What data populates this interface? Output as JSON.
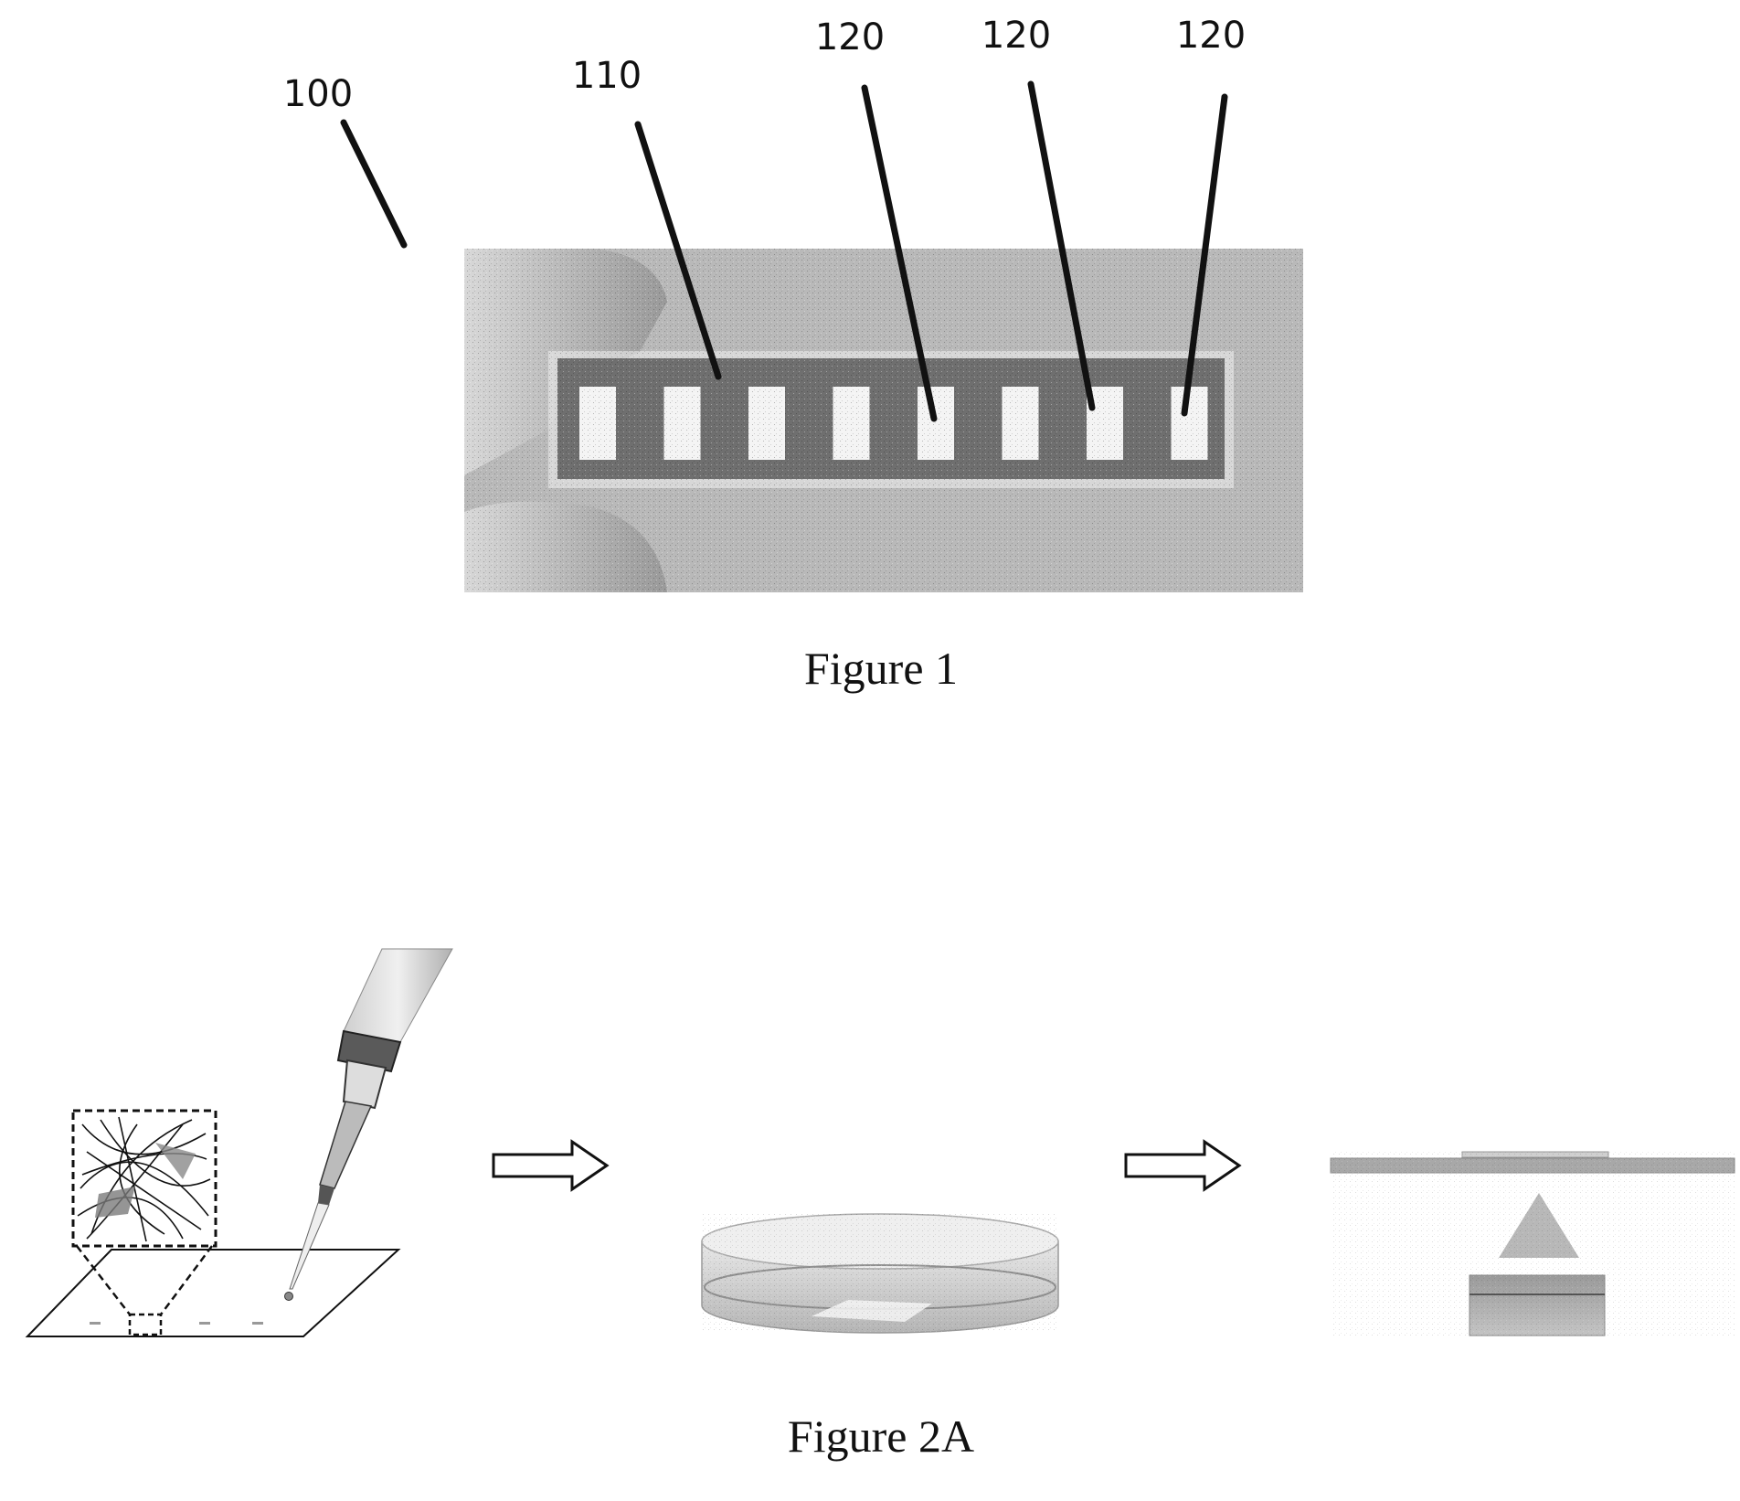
{
  "figure_1": {
    "caption": "Figure 1",
    "ref_labels": {
      "device": "100",
      "strip": "110",
      "window_a": "120",
      "window_b": "120",
      "window_c": "120"
    },
    "window_count": 8
  },
  "figure_2a": {
    "caption": "Figure 2A"
  },
  "colors": {
    "line": "#111111",
    "photo_background": "#b9b9b9",
    "strip": "#6f6f6f",
    "window": "#f4f4f4"
  }
}
